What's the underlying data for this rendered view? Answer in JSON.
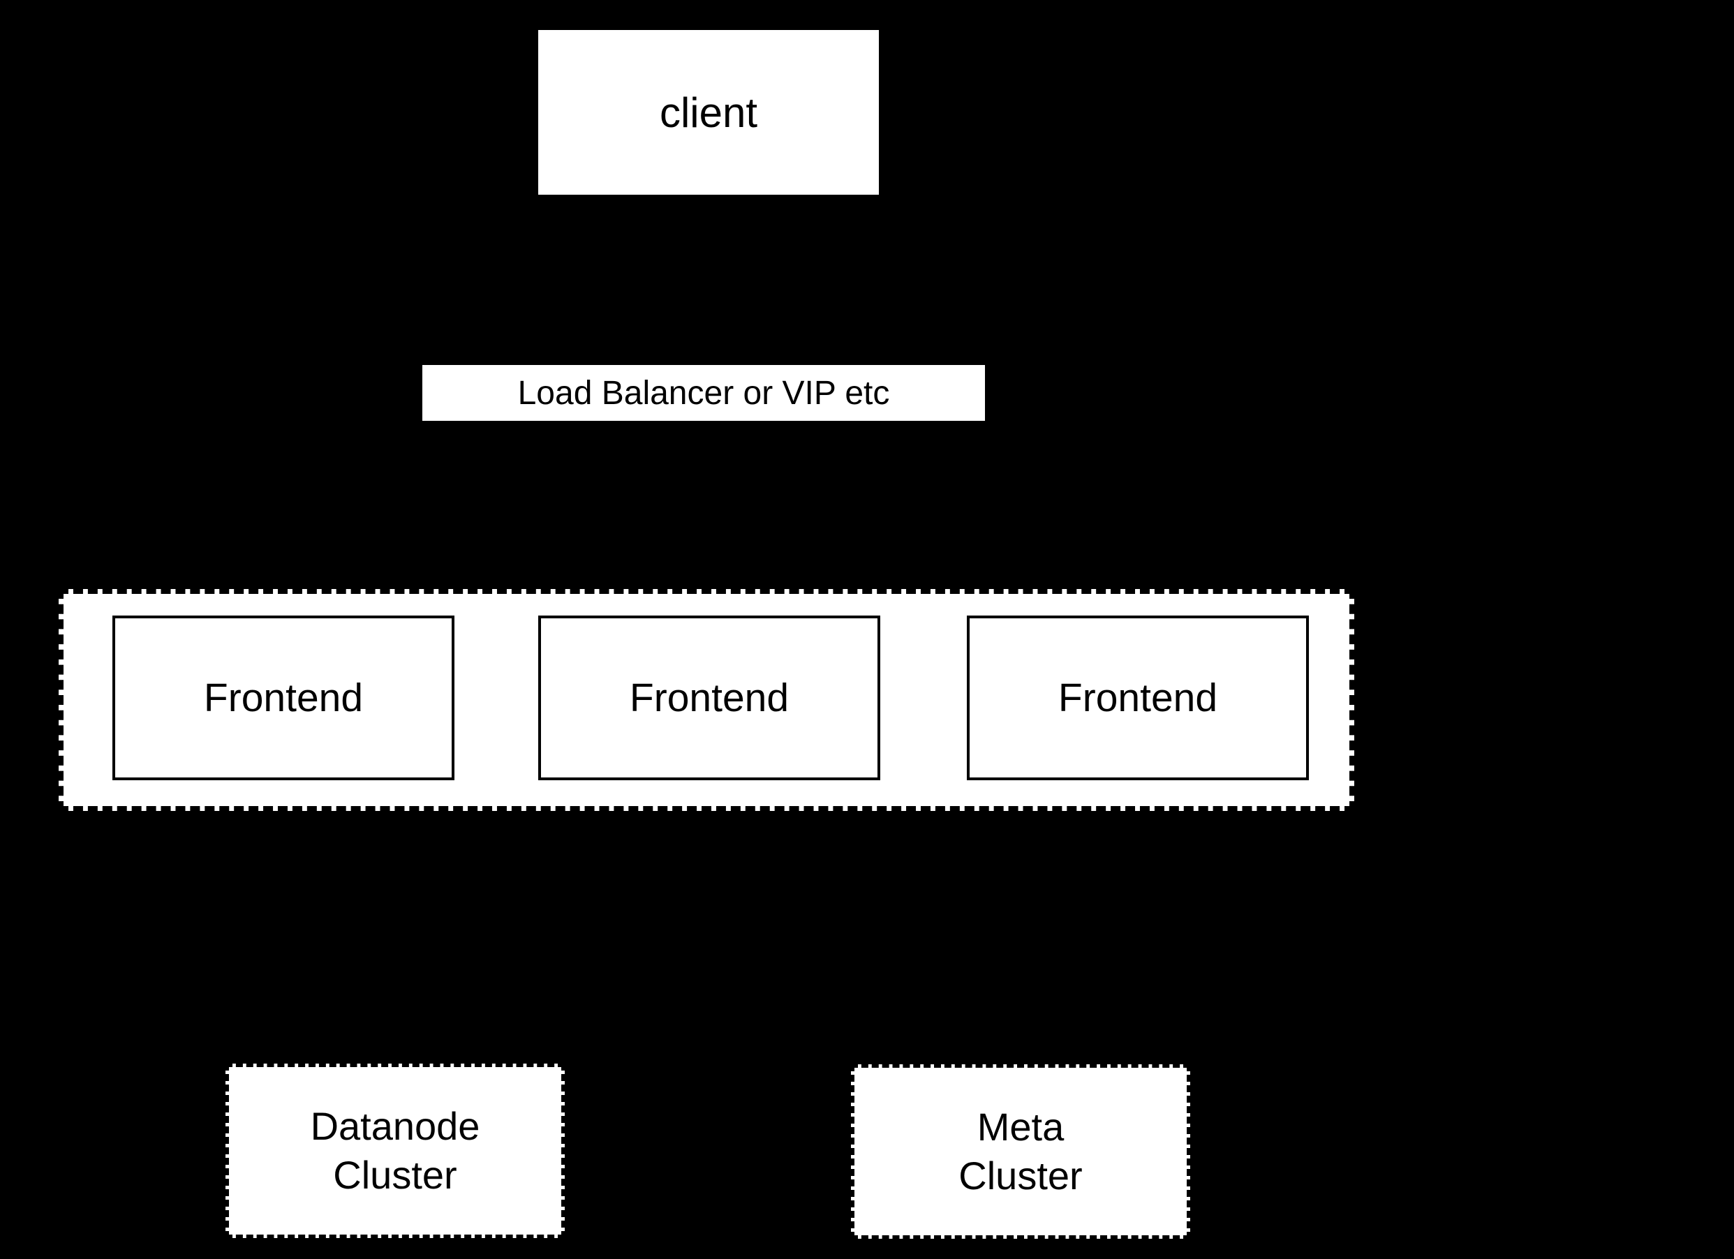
{
  "diagram": {
    "colors": {
      "background": "#000000",
      "node_fill": "#ffffff",
      "node_border": "#000000",
      "text": "#000000"
    },
    "nodes": {
      "client": {
        "label": "client"
      },
      "load_balancer": {
        "label": "Load Balancer or VIP etc"
      },
      "frontends": [
        {
          "label": "Frontend"
        },
        {
          "label": "Frontend"
        },
        {
          "label": "Frontend"
        }
      ],
      "datanode_cluster": {
        "line1": "Datanode",
        "line2": "Cluster"
      },
      "meta_cluster": {
        "line1": "Meta",
        "line2": "Cluster"
      }
    }
  }
}
